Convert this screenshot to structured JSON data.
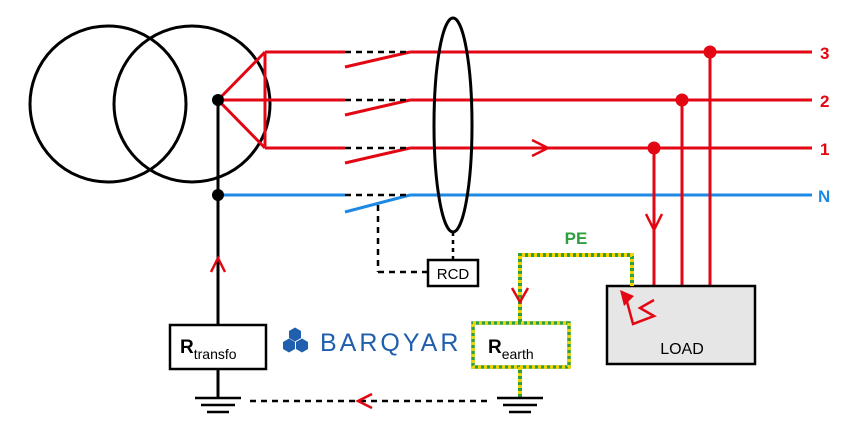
{
  "colors": {
    "phase": "#e30613",
    "neutral": "#1e88e5",
    "earth_green": "#2e9e3e",
    "earth_yellow": "#f2d400",
    "black": "#000000",
    "load_fill": "#e6e6e6",
    "logo_blue": "#1f5fae"
  },
  "lines": {
    "l3": "3",
    "l2": "2",
    "l1": "1",
    "n": "N"
  },
  "pe_label": "PE",
  "rcd_label": "RCD",
  "load_label": "LOAD",
  "r_transfo": {
    "main": "R",
    "sub": "transfo"
  },
  "r_earth": {
    "main": "R",
    "sub": "earth"
  },
  "logo": {
    "name": "hexagon-cluster-icon",
    "text": "BARQYAR"
  }
}
